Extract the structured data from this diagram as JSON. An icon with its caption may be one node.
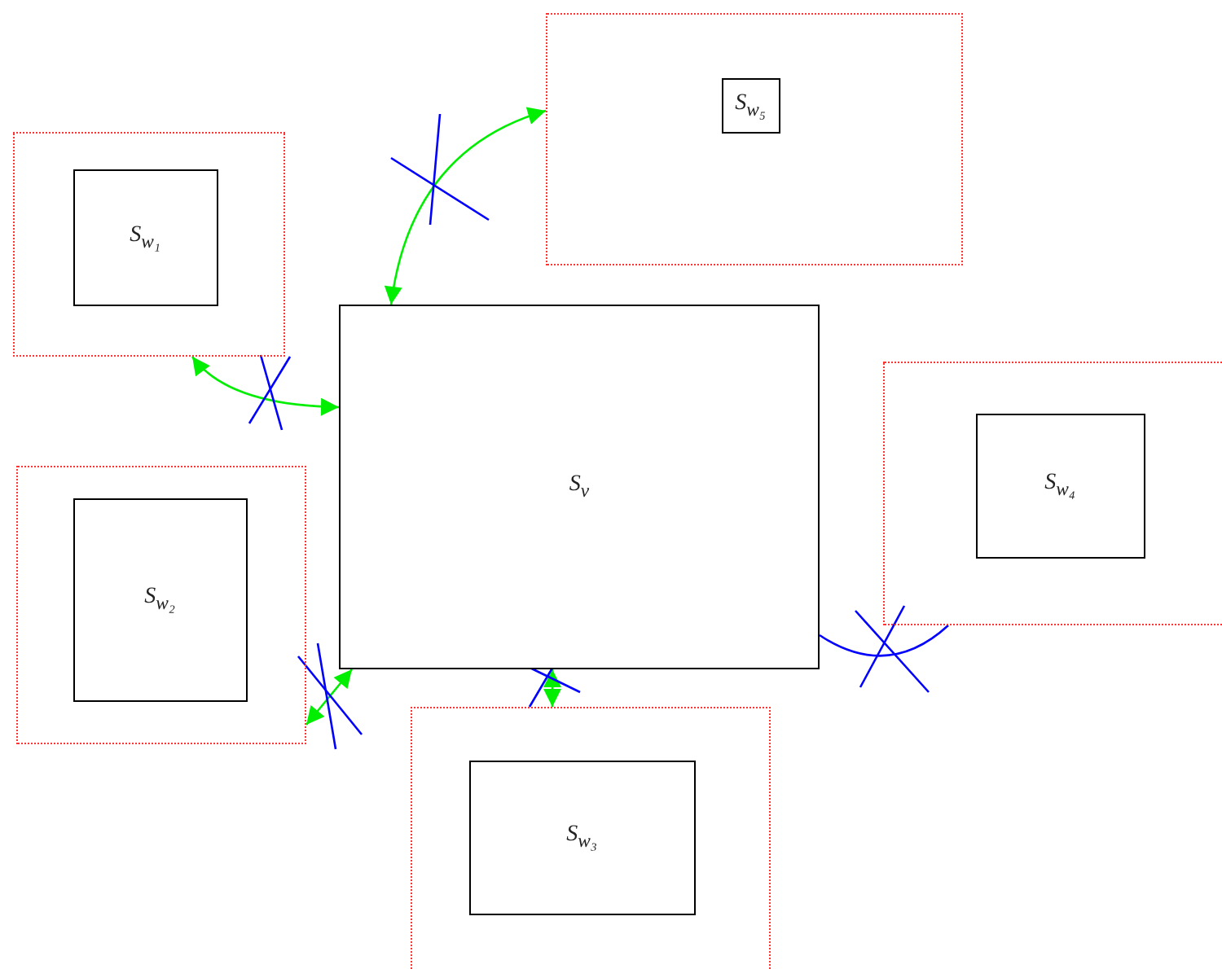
{
  "diagram": {
    "nodes": [
      {
        "text": [],
        "shape": "box"
      },
      {
        "text": [
          "S$_{w₅}$"
        ],
        "in": 0
      },
      {
        "text": [],
        "shape": "box"
      },
      {
        "text": [
          "S$_{w₁}$"
        ],
        "in": 2
      },
      {
        "text": [
          "S$_{v}$"
        ]
      },
      {
        "text": [],
        "shape": "box"
      },
      {
        "text": [
          "S$_{w₄}$"
        ],
        "in": 5
      },
      {
        "text": [],
        "shape": "box"
      },
      {
        "text": [
          "S$_{w₂}$"
        ],
        "in": 7
      },
      {
        "text": [],
        "shape": "box"
      },
      {
        "text": [
          "S$_{w₃}$"
        ],
        "in": 9
      }
    ],
    "edges": [
      {
        "from": 4,
        "to": 0,
        "arrow": "both"
      },
      {
        "from": 4,
        "to": 2,
        "arrow": "both"
      },
      {
        "from": 4,
        "to": 7,
        "arrow": "both"
      },
      {
        "from": 4,
        "to": 9,
        "arrow": "both"
      },
      {
        "from": 4,
        "to": 5,
        "arrow": "none",
        "color": "#0000ff"
      }
    ]
  }
}
